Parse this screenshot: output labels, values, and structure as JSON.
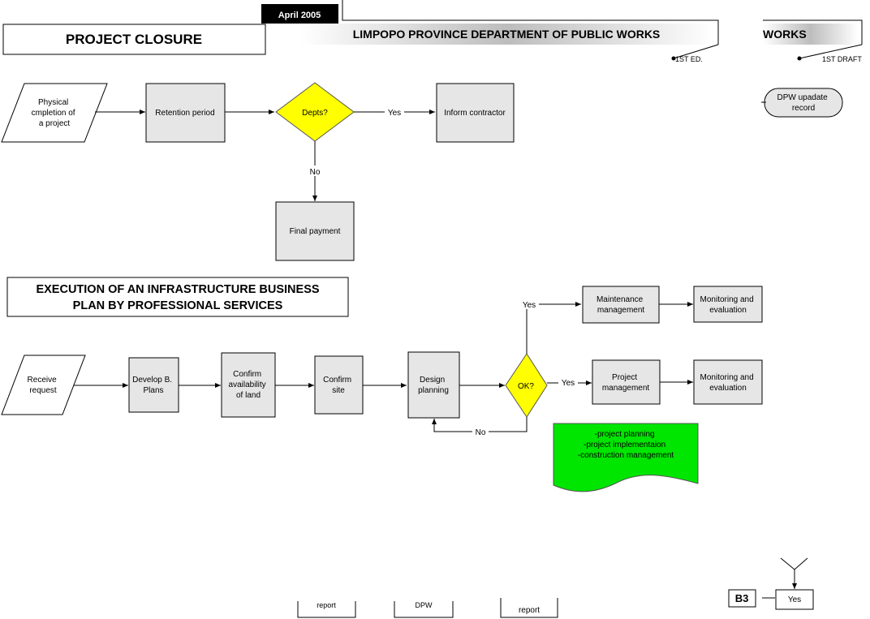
{
  "header": {
    "date": "April 2005",
    "dept_title": "LIMPOPO PROVINCE  DEPARTMENT OF PUBLIC WORKS",
    "dept_title_partial": "WORKS",
    "edition": "1ST ED.",
    "draft": "1ST DRAFT"
  },
  "section1": {
    "title": "PROJECT CLOSURE",
    "start": [
      "Physical",
      "cmpletion of",
      "a project"
    ],
    "retention": "Retention period",
    "decision": "Depts?",
    "yes": "Yes",
    "no": "No",
    "inform": "Inform contractor",
    "final_payment": "Final payment",
    "side_record": [
      "DPW upadate",
      "record"
    ]
  },
  "section2": {
    "title_line1": "EXECUTION OF AN INFRASTRUCTURE BUSINESS",
    "title_line2": "PLAN BY PROFESSIONAL SERVICES",
    "receive": [
      "Receive",
      "request"
    ],
    "develop": [
      "Develop B.",
      "Plans"
    ],
    "confirm_land": [
      "Confirm",
      "availability",
      "of land"
    ],
    "confirm_site": [
      "Confirm",
      "site"
    ],
    "design": [
      "Design",
      "planning"
    ],
    "decision": "OK?",
    "yes_top": "Yes",
    "yes_right": "Yes",
    "no": "No",
    "maintenance": [
      "Maintenance",
      "management"
    ],
    "monitoring_top": [
      "Monitoring and",
      "evaluation"
    ],
    "project_mgmt": [
      "Project",
      "management"
    ],
    "monitoring_mid": [
      "Monitoring and",
      "evaluation"
    ],
    "doc_lines": [
      "-project planning",
      "-project implementaion",
      "-construction management"
    ]
  },
  "footer": {
    "b3": "B3",
    "yes": "Yes",
    "clipped_1": "report",
    "clipped_2": "DPW",
    "clipped_3": "report"
  },
  "colors": {
    "decision": "#ffff00",
    "document": "#00e600",
    "process": "#e6e6e6",
    "date_bg": "#000000"
  }
}
